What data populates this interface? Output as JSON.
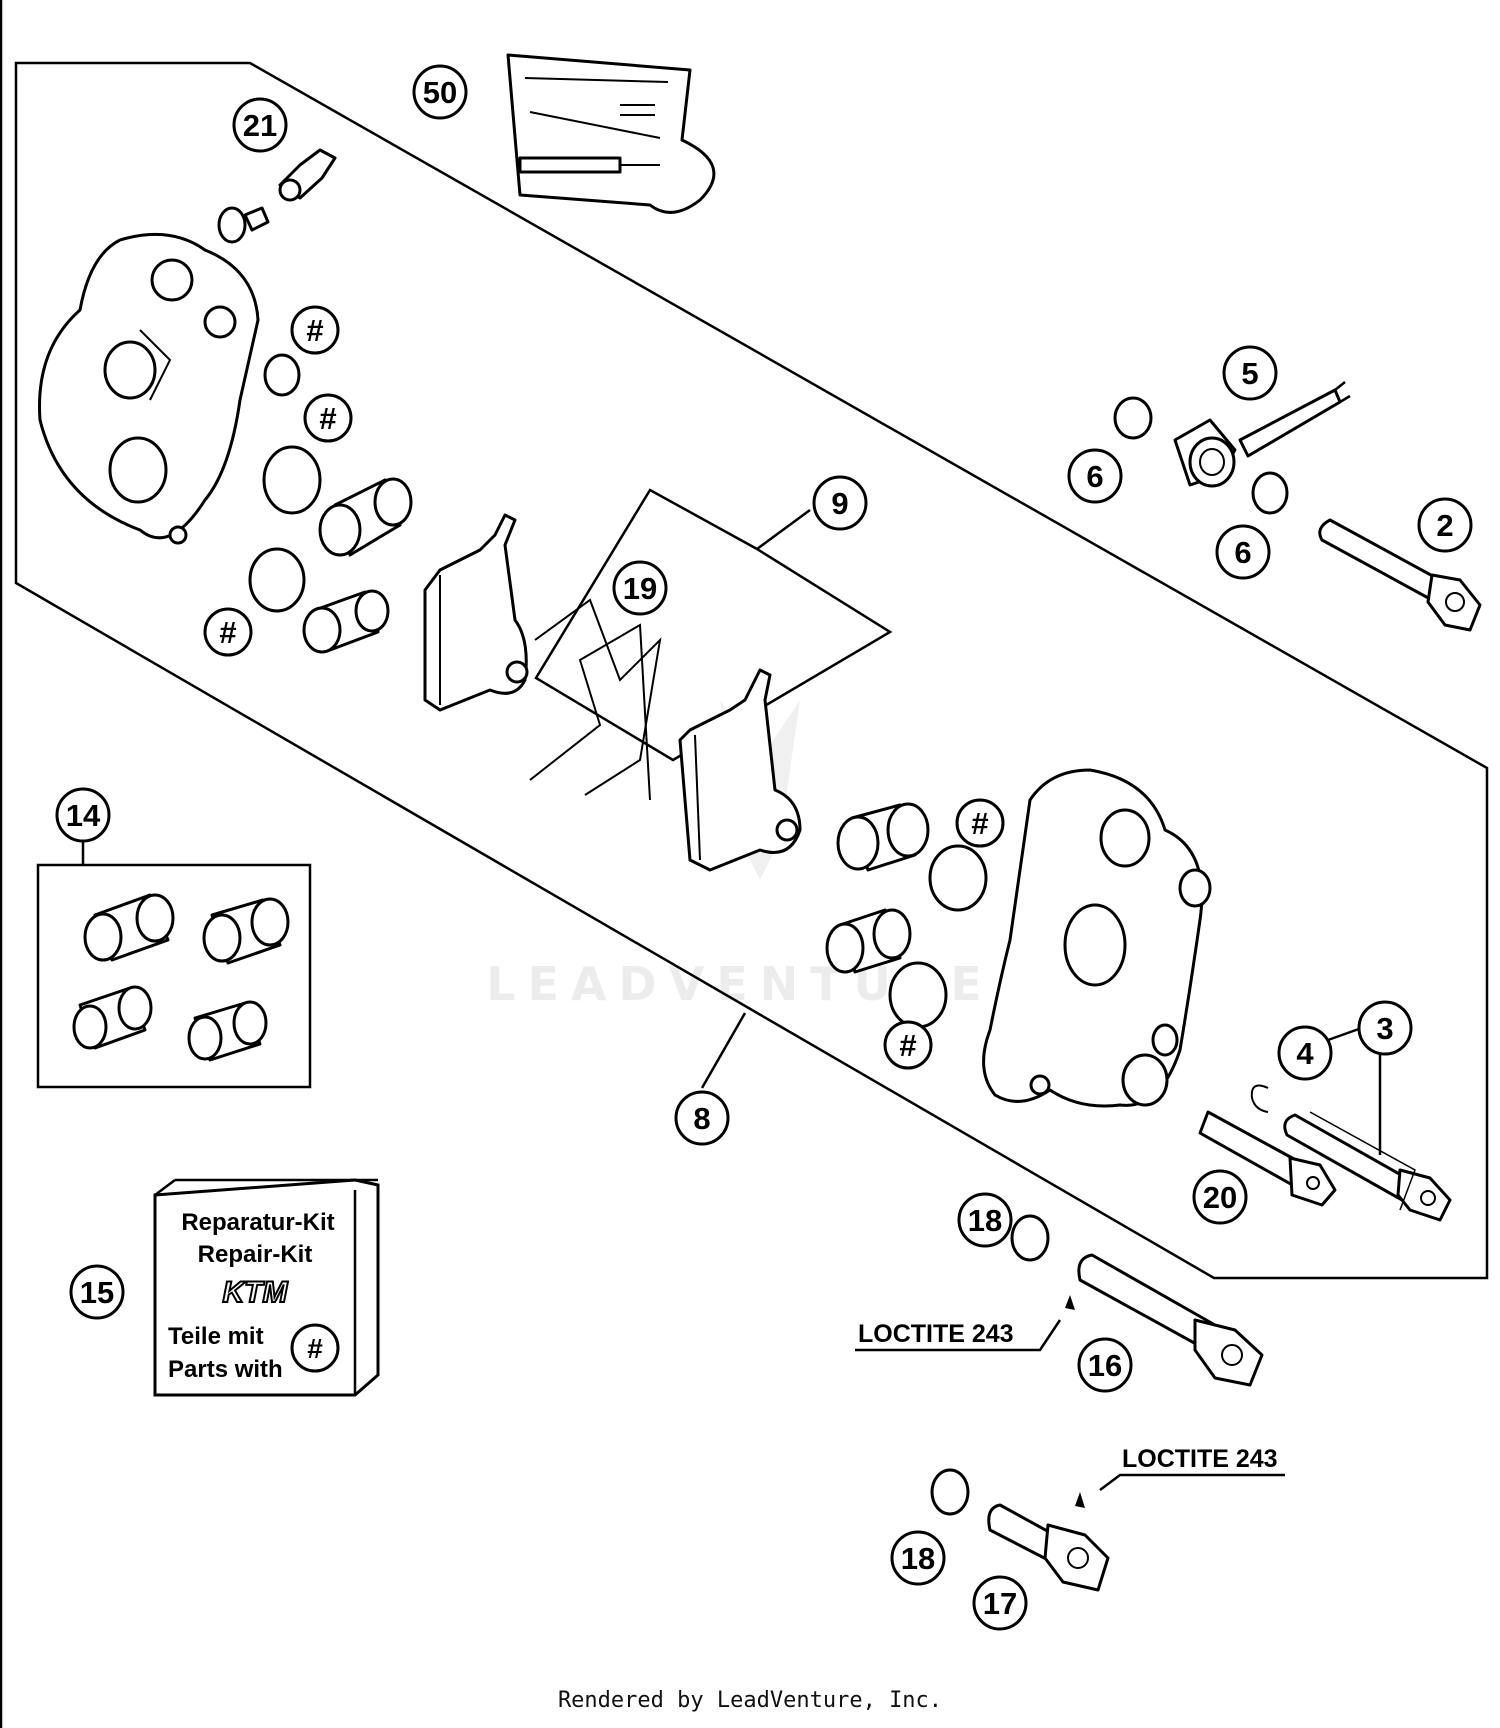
{
  "callouts": {
    "c50": "50",
    "c21": "21",
    "c5": "5",
    "c6a": "6",
    "c6b": "6",
    "c2": "2",
    "c9": "9",
    "c19": "19",
    "c14": "14",
    "c8": "8",
    "c4": "4",
    "c3": "3",
    "c20": "20",
    "c18a": "18",
    "c18b": "18",
    "c16": "16",
    "c17": "17",
    "c15": "15",
    "h1": "#",
    "h2": "#",
    "h3": "#",
    "h4": "#",
    "h5": "#",
    "h6": "#"
  },
  "repair_kit": {
    "line1": "Reparatur-Kit",
    "line2": "Repair-Kit",
    "logo": "KTM",
    "line3": "Teile mit",
    "line4": "Parts with",
    "mark": "#"
  },
  "labels": {
    "loctite_1": "LOCTITE 243",
    "loctite_2": "LOCTITE 243"
  },
  "watermark": "LEADVENTURE",
  "footer": "Rendered by LeadVenture, Inc."
}
